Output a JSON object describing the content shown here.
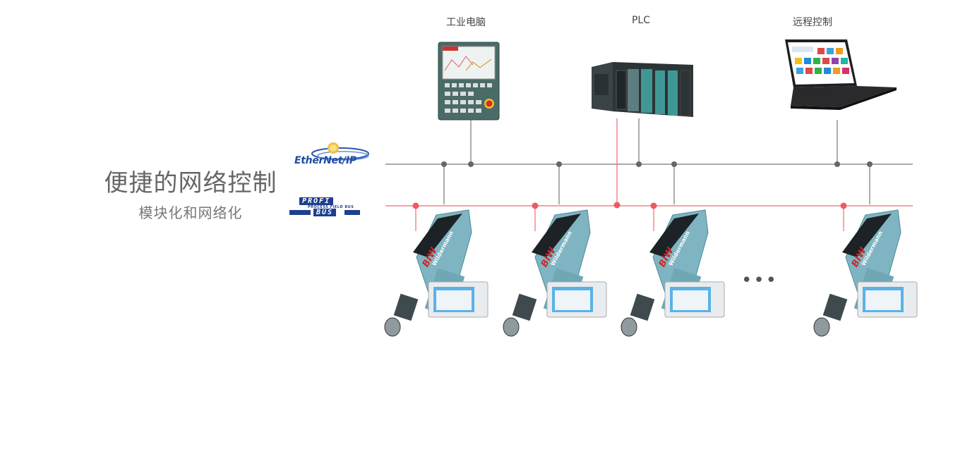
{
  "diagram": {
    "headline": "便捷的网络控制",
    "subline": "模块化和网络化",
    "top_devices": [
      {
        "label": "工业电脑",
        "icon": "industrial-pc-icon"
      },
      {
        "label": "PLC",
        "icon": "plc-icon"
      },
      {
        "label": "远程控制",
        "icon": "laptop-icon"
      }
    ],
    "buses": [
      {
        "name": "EtherNet/IP",
        "color": "#777777"
      },
      {
        "name": "PROFIBUS",
        "color": "#ef6b73"
      }
    ],
    "profibus_logo": {
      "top": "PROFI",
      "small": "PROCESS FIELD BUS",
      "bottom": "BUS"
    },
    "units": [
      {
        "brand": "Wildermann",
        "model": "BIW"
      },
      {
        "brand": "Wildermann",
        "model": "BIW"
      },
      {
        "brand": "Wildermann",
        "model": "BIW"
      },
      {
        "brand": "Wildermann",
        "model": "BIW"
      }
    ],
    "ellipsis": "•••",
    "colors": {
      "accent_teal": "#7fb5c2",
      "eth_line": "#777777",
      "profibus_line": "#ef6b73"
    }
  }
}
